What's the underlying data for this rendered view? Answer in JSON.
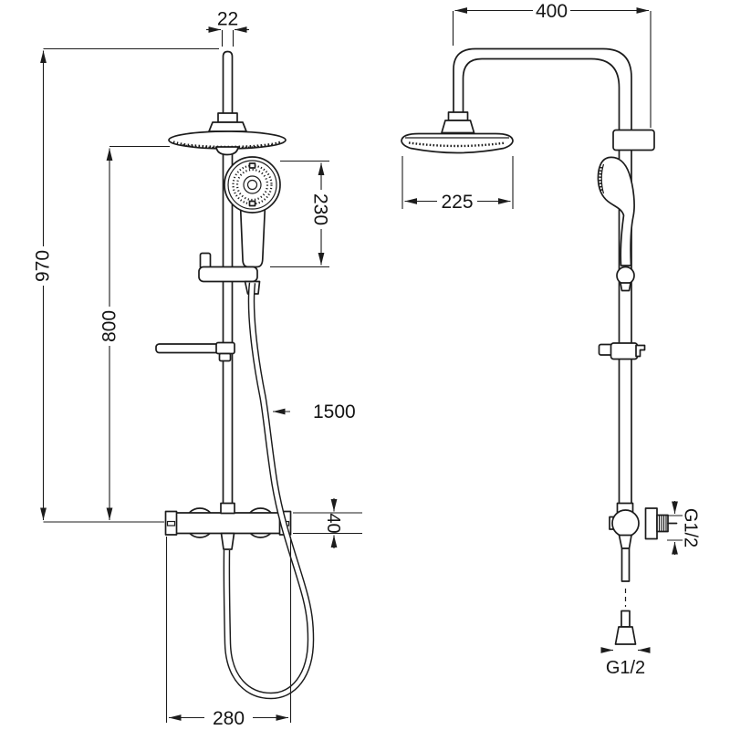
{
  "drawing": {
    "type": "technical dimension drawing",
    "subject": "shower column set (rain head, hand shower, thermostatic mixer)",
    "background_color": "#ffffff",
    "line_color": "#1c1c1c",
    "views": {
      "front": {
        "pipe_diameter": "22",
        "total_height": "970",
        "rail_height": "800",
        "hand_shower_length": "230",
        "hose_length": "1500",
        "mixer_body_height": "40",
        "mixer_connection_width": "280"
      },
      "side": {
        "arm_reach": "400",
        "head_diameter": "225",
        "wall_connection_thread": "G1/2",
        "hose_connection_thread": "G1/2"
      }
    }
  }
}
